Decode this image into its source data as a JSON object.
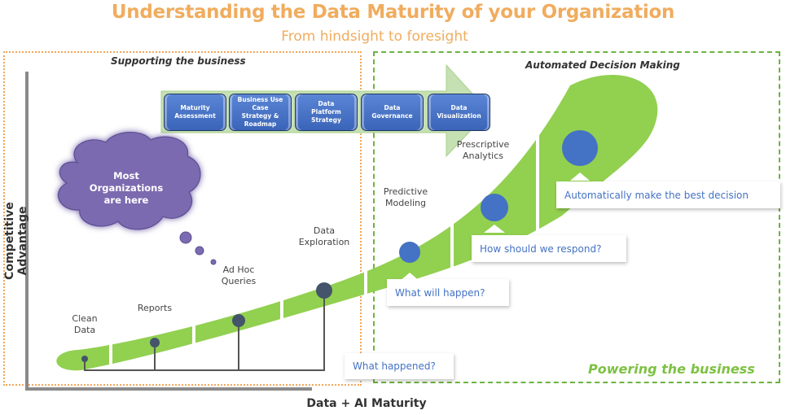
{
  "header": {
    "title": "Understanding the Data Maturity of your Organization",
    "subtitle": "From hindsight to foresight"
  },
  "zones": {
    "left_label": "Supporting the business",
    "right_label": "Automated Decision Making",
    "right_footer": "Powering the business"
  },
  "axes": {
    "x_label": "Data + AI Maturity",
    "y_label": "Competitive Advantage"
  },
  "arrow_steps": [
    {
      "label": "Maturity Assessment"
    },
    {
      "label": "Business Use Case Strategy & Roadmap"
    },
    {
      "label": "Data Platform Strategy"
    },
    {
      "label": "Data Governance"
    },
    {
      "label": "Data Visualization"
    }
  ],
  "cloud": {
    "text": "Most Organizations are here"
  },
  "stages": [
    {
      "label": "Clean Data"
    },
    {
      "label": "Reports"
    },
    {
      "label": "Ad Hoc Queries"
    },
    {
      "label": "Data Exploration"
    },
    {
      "label": "Predictive Modeling"
    },
    {
      "label": "Prescriptive Analytics"
    }
  ],
  "callouts": [
    {
      "text": "What happened?"
    },
    {
      "text": "What will happen?"
    },
    {
      "text": "How should we respond?"
    },
    {
      "text": "Automatically make the best decision"
    }
  ],
  "colors": {
    "title": "#f0ac5e",
    "curve": "#92d050",
    "dot_dark": "#44546a",
    "dot_blue": "#4472c4",
    "cloud": "#7b6bb0",
    "zone_left": "#f2a65a",
    "zone_right": "#6cb33f"
  }
}
